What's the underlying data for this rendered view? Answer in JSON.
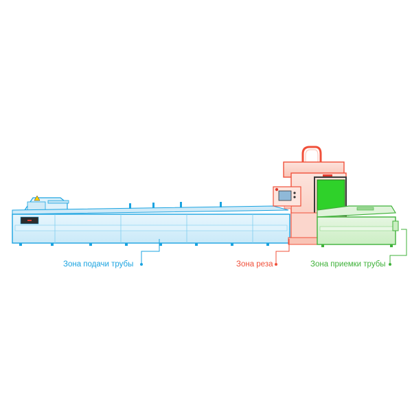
{
  "colors": {
    "feed_zone": "#1aa3e0",
    "cut_zone": "#f0503a",
    "receive_zone": "#3fb23a",
    "laser_screen": "#2fd12a"
  },
  "zones": {
    "feed": {
      "label": "Зона  подачи трубы"
    },
    "cut": {
      "label": "Зона реза"
    },
    "receive": {
      "label": "Зона приемки трубы"
    }
  }
}
